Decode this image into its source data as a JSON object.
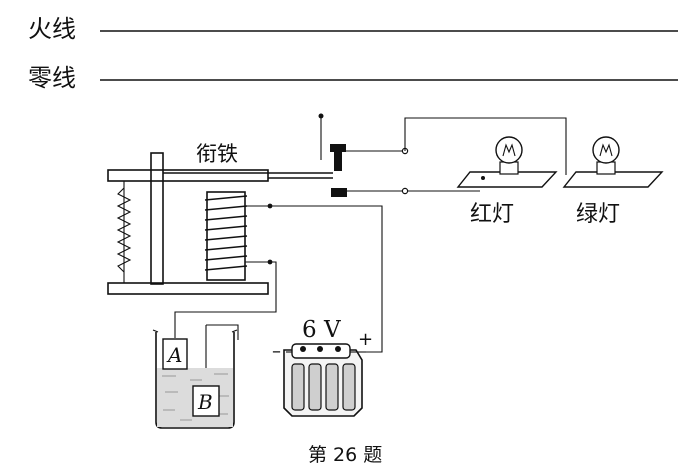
{
  "lines": {
    "live": "火线",
    "neutral": "零线"
  },
  "relay": {
    "armature": "衔铁"
  },
  "lamps": {
    "red": "红灯",
    "green": "绿灯"
  },
  "battery": {
    "voltage": "6 V",
    "minus": "–",
    "plus": "+"
  },
  "beaker": {
    "probe_a": "A",
    "probe_b": "B"
  },
  "caption": "第 26 题"
}
